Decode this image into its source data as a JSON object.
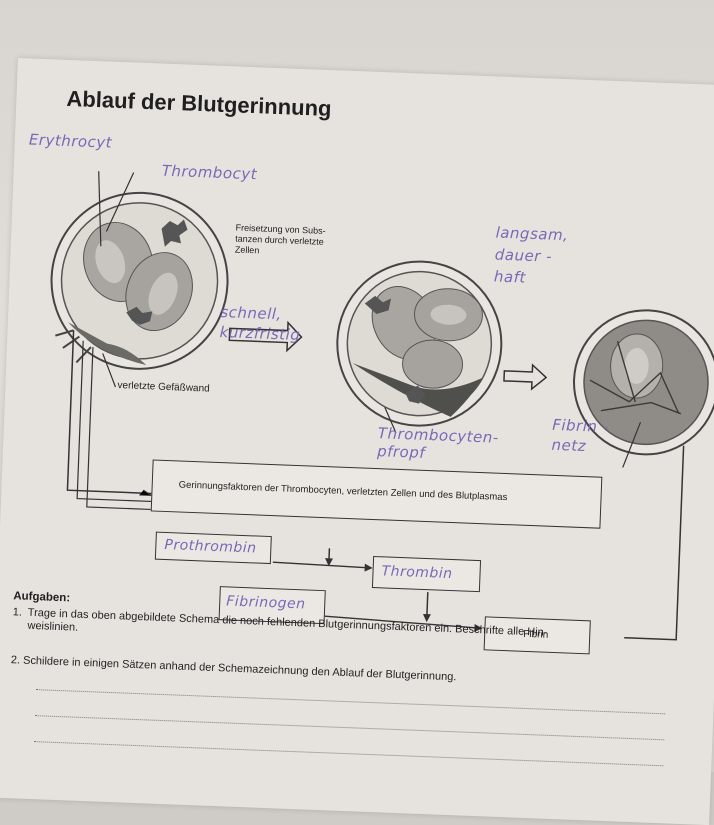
{
  "worksheet": {
    "title": "Ablauf der Blutgerinnung",
    "release_note": "Freisetzung von Subs-\ntanzen durch verletzte\nZellen",
    "wound_label": "verletzte Gefäßwand",
    "factors_box": "Gerinnungsfaktoren der Thrombocyten, verletzten Zellen und des Blutplasmas",
    "fibrin_box": "Fibrin",
    "tasks_heading": "Aufgaben:",
    "task1": "1.  Trage in das oben abgebildete Schema die noch fehlenden Blutgerinnungsfaktoren ein. Beschrifte alle Hin-\n     weislinien.",
    "task2": "2.  Schildere in einigen Sätzen anhand der Schemazeichnung den Ablauf der Blutgerinnung."
  },
  "handwriting": {
    "erythrocyt": "Erythrocyt",
    "thrombocyt": "Thrombocyt",
    "fast": "schnell,\nkurzfristig",
    "slow": "langsam,\ndauer -\nhaft",
    "plug": "Thrombocyten-\npfropf",
    "fibrin_net": "Fibrin -\nnetz",
    "prothrombin": "Prothrombin",
    "thrombin": "Thrombin",
    "fibrinogen": "Fibrinogen"
  },
  "colors": {
    "ink": "#7a68b6",
    "print": "#1f1f1f",
    "paper": "#e6e3de"
  }
}
